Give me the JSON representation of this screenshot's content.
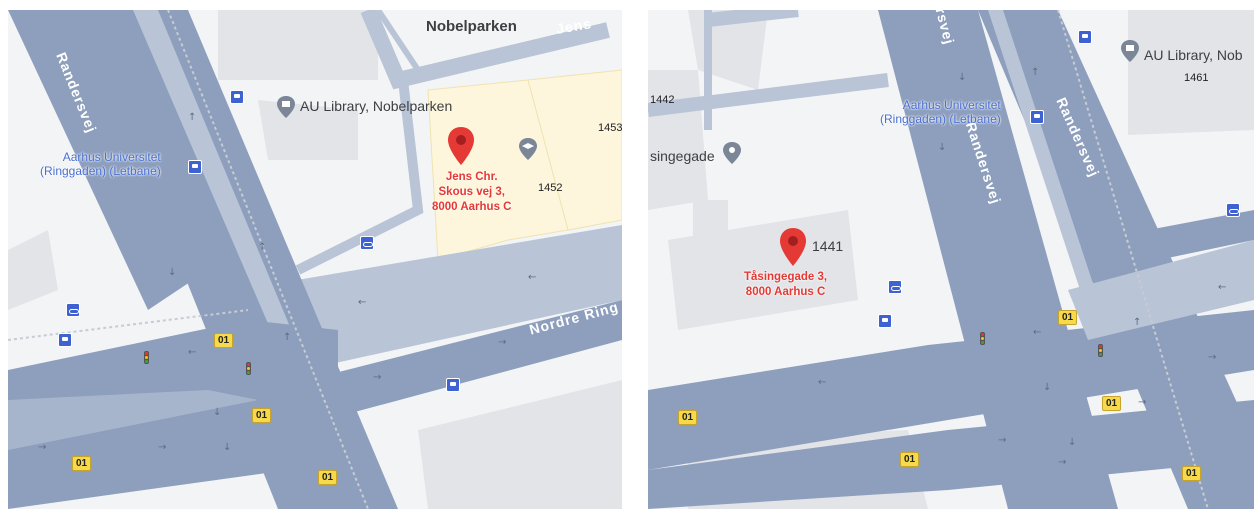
{
  "left_map": {
    "place_nobelparken": "Nobelparken",
    "street_jens": "Jens",
    "street_randersvej": "Randersvej",
    "street_nordre_ring": "Nordre Ring",
    "poi_library": "AU Library, Nobelparken",
    "transit_stop_line1": "Aarhus Universitet",
    "transit_stop_line2": "(Ringgaden) (Letbane)",
    "building_1453": "1453",
    "building_1452": "1452",
    "pin_label_line1": "Jens Chr.",
    "pin_label_line2": "Skous vej 3,",
    "pin_label_line3": "8000 Aarhus C",
    "route_shields": [
      "01",
      "01",
      "01",
      "01"
    ]
  },
  "right_map": {
    "street_randersvej_a": "Randersvej",
    "street_randersvej_b": "Randersvej",
    "street_sej_fragment": "rsvej",
    "poi_library": "AU Library, Nob",
    "building_1461": "1461",
    "building_1442": "1442",
    "poi_singegade": "singegade",
    "transit_stop_line1": "Aarhus Universitet",
    "transit_stop_line2": "(Ringgaden) (Letbane)",
    "pin_number": "1441",
    "pin_label_line1": "Tåsingegade 3,",
    "pin_label_line2": "8000 Aarhus C",
    "route_shields": [
      "01",
      "01",
      "01",
      "01",
      "01"
    ]
  },
  "colors": {
    "road": "#8d9fbd",
    "road_light": "#b9c4d6",
    "land": "#f3f4f6",
    "building": "#e2e4e8",
    "campus": "#fdf6dc",
    "pin": "#e53935",
    "transit": "#3f62d2"
  }
}
